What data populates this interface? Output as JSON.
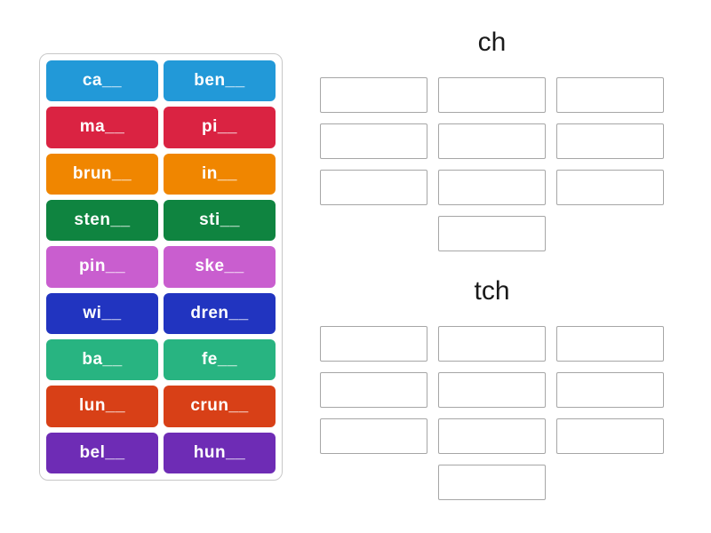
{
  "word_bank": {
    "tiles": [
      {
        "label": "ca__",
        "color": "#2299d8"
      },
      {
        "label": "ben__",
        "color": "#2299d8"
      },
      {
        "label": "ma__",
        "color": "#da2342"
      },
      {
        "label": "pi__",
        "color": "#da2342"
      },
      {
        "label": "brun__",
        "color": "#f08600"
      },
      {
        "label": "in__",
        "color": "#f08600"
      },
      {
        "label": "sten__",
        "color": "#0f8440"
      },
      {
        "label": "sti__",
        "color": "#0f8440"
      },
      {
        "label": "pin__",
        "color": "#c95ecf"
      },
      {
        "label": "ske__",
        "color": "#c95ecf"
      },
      {
        "label": "wi__",
        "color": "#2134c0"
      },
      {
        "label": "dren__",
        "color": "#2134c0"
      },
      {
        "label": "ba__",
        "color": "#28b481"
      },
      {
        "label": "fe__",
        "color": "#28b481"
      },
      {
        "label": "lun__",
        "color": "#d84017"
      },
      {
        "label": "crun__",
        "color": "#d84017"
      },
      {
        "label": "bel__",
        "color": "#6e2cb5"
      },
      {
        "label": "hun__",
        "color": "#6e2cb5"
      }
    ]
  },
  "groups": [
    {
      "label": "ch",
      "slot_count": 10
    },
    {
      "label": "tch",
      "slot_count": 10
    }
  ],
  "colors": {
    "background": "#ffffff",
    "panel_border": "#c8c8c8",
    "slot_border": "#a6a6a6",
    "title_text": "#1a1a1a",
    "tile_text": "#ffffff"
  }
}
